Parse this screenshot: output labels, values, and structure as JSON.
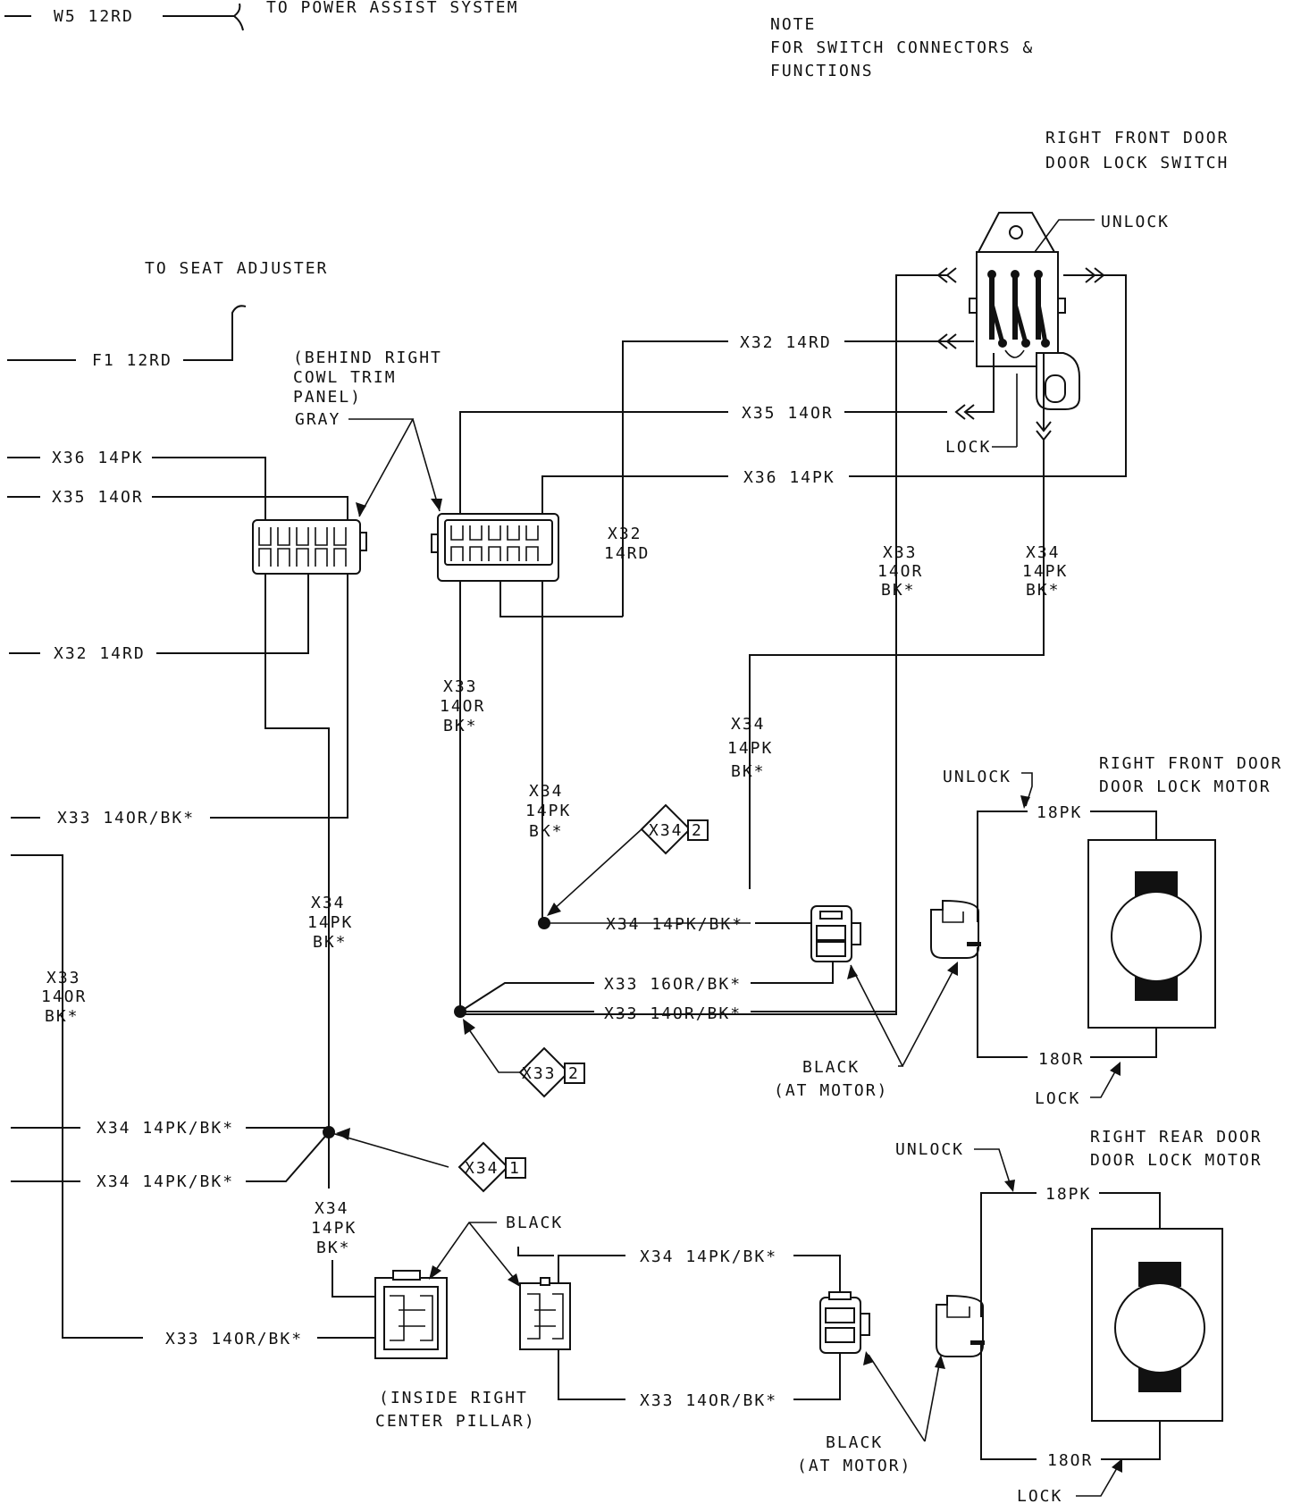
{
  "title": "",
  "header": {
    "w5_label": "W5  12RD",
    "power_assist": "TO POWER ASSIST SYSTEM",
    "note_line1": "NOTE",
    "note_line2": "FOR SWITCH CONNECTORS &",
    "note_line3": "FUNCTIONS"
  },
  "switch": {
    "title_line1": "RIGHT FRONT DOOR",
    "title_line2": "DOOR LOCK SWITCH",
    "unlock": "UNLOCK",
    "lock": "LOCK"
  },
  "seat_adjuster": "TO SEAT ADJUSTER",
  "left_wires": {
    "f1": "F1  12RD",
    "x36": "X36  14PK",
    "x35": "X35  14OR",
    "x32": "X32  14RD",
    "x33": "X33  14OR/BK*",
    "x34_a": "X34  14PK/BK*",
    "x34_b": "X34  14PK/BK*"
  },
  "cowl_connector": {
    "line1": "(BEHIND RIGHT",
    "line2": "COWL TRIM",
    "line3": "PANEL)",
    "line4": "GRAY"
  },
  "top_wires": {
    "x32": "X32  14RD",
    "x35": "X35  14OR",
    "x36": "X36  14PK"
  },
  "vertical_labels": {
    "x32_a": "X32",
    "x32_b": "14RD",
    "x33_a": "X33",
    "x33_b": "14OR",
    "x33_c": "BK*",
    "x34_a": "X34",
    "x34_b": "14PK",
    "x34_c": "BK*"
  },
  "splices": {
    "x34_2": "X34",
    "x34_2_num": "2",
    "x33_2": "X33",
    "x33_2_num": "2",
    "x34_1": "X34",
    "x34_1_num": "1"
  },
  "front_motor": {
    "title_line1": "RIGHT FRONT DOOR",
    "title_line2": "DOOR LOCK MOTOR",
    "unlock": "UNLOCK",
    "wire_18pk": "18PK",
    "wire_18or": "18OR",
    "lock": "LOCK",
    "wire_x34": "X34  14PK/BK*",
    "wire_x33_16": "X33  16OR/BK*",
    "wire_x33_14": "X33  14OR/BK*",
    "black": "BLACK",
    "at_motor": "(AT MOTOR)"
  },
  "rear_motor": {
    "title_line1": "RIGHT REAR DOOR",
    "title_line2": "DOOR LOCK MOTOR",
    "unlock": "UNLOCK",
    "wire_18pk": "18PK",
    "wire_18or": "18OR",
    "lock": "LOCK",
    "wire_x34": "X34  14PK/BK*",
    "wire_x33": "X33  14OR/BK*",
    "black": "BLACK",
    "at_motor": "(AT MOTOR)"
  },
  "pillar": {
    "black": "BLACK",
    "line1": "(INSIDE RIGHT",
    "line2": "CENTER PILLAR)",
    "x33": "X33  14OR/BK*"
  }
}
